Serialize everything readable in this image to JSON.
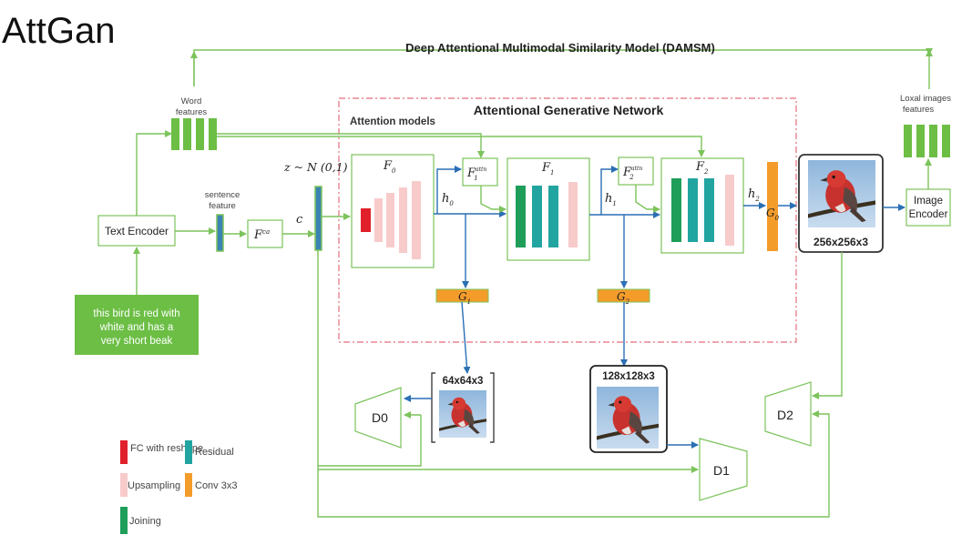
{
  "title": "AttGan",
  "damsm_label": "Deep Attentional Multimodal Similarity Model (DAMSM)",
  "agn_label": "Attentional Generative Network",
  "attention_models_label": "Attention models",
  "word_features_label": [
    "Word",
    "features"
  ],
  "local_image_features_label": [
    "Loxal images",
    "features"
  ],
  "sentence_feature_label": [
    "sentence",
    "feature"
  ],
  "text_encoder_label": "Text Encoder",
  "image_encoder_label": [
    "Image",
    "Encoder"
  ],
  "input_text": [
    "this bird is red with",
    "white and has a",
    "very short beak"
  ],
  "fca_label": "F",
  "fca_sup": "ca",
  "c_label": "c",
  "z_label": "z ~ N (0,1)",
  "f0_label": "F",
  "f0_sub": "0",
  "f1_label": "F",
  "f1_sub": "1",
  "f2_label": "F",
  "f2_sub": "2",
  "f1attn_label": "F",
  "f1attn_sub": "1",
  "f1attn_sup": "attn",
  "f2attn_label": "F",
  "f2attn_sub": "2",
  "f2attn_sup": "attn",
  "h0_label": "h",
  "h0_sub": "0",
  "h1_label": "h",
  "h1_sub": "1",
  "h2_label": "h",
  "h2_sub": "2",
  "g0_label": "G",
  "g0_sub": "0",
  "g1_label": "G",
  "g1_sub": "1",
  "g2_label": "G",
  "g2_sub": "2",
  "img_64_label": "64x64x3",
  "img_128_label": "128x128x3",
  "img_256_label": "256x256x3",
  "d0_label": "D0",
  "d1_label": "D1",
  "d2_label": "D2",
  "legend": [
    {
      "label": "FC with reshape",
      "color": "#e0202a"
    },
    {
      "label": "Residual",
      "color": "#22a5a0"
    },
    {
      "label": "Upsampling",
      "color": "#f8cbcb"
    },
    {
      "label": "Conv  3x3",
      "color": "#f39c2a"
    },
    {
      "label": "Joining",
      "color": "#1f9e5a"
    }
  ],
  "colors": {
    "arrow_green": "#7cc35b",
    "arrow_blue": "#2a6fb5",
    "feature_green": "#6cbe45",
    "residual_teal": "#22a5a0",
    "joining_green": "#1f9e5a",
    "upsampling_pink": "#f8cbcb",
    "conv_orange": "#f39c2a",
    "fc_red": "#e0202a",
    "dashed_red": "#e36d7a",
    "input_box": "#6cbe45"
  }
}
